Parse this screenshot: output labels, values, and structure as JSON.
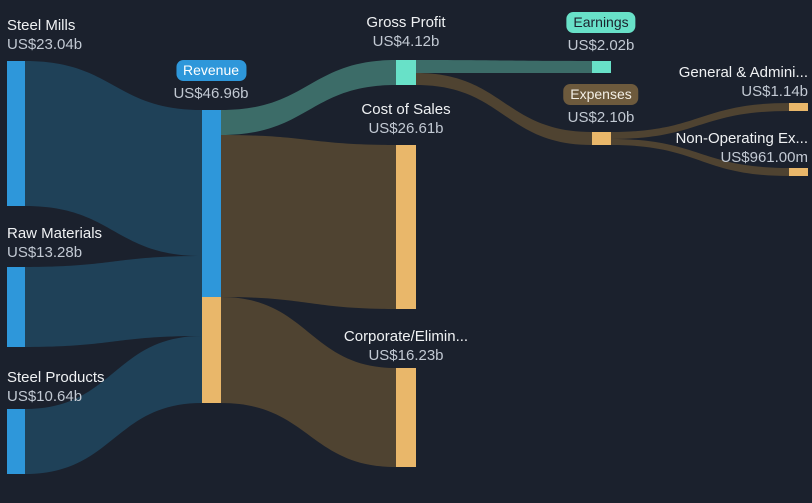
{
  "theme": {
    "bg": "#1b212d",
    "node_blue": "#2e97da",
    "node_orange": "#e9b76a",
    "node_teal": "#68e1c8",
    "flow_blue": "#1f4158",
    "flow_teal": "#3c6c68",
    "flow_brown": "#4f4331",
    "label_color": "#eff1f3",
    "value_color": "#c2c9d3",
    "pill_revenue_bg": "#2e97da",
    "pill_revenue_text": "#ffffff",
    "pill_earnings_bg": "#68e1c8",
    "pill_earnings_text": "#1b212d",
    "pill_expenses_bg": "#6d5a3d",
    "pill_expenses_text": "#f3efe6"
  },
  "nodes": {
    "steel_mills": {
      "label": "Steel Mills",
      "value": "US$23.04b"
    },
    "raw_materials": {
      "label": "Raw Materials",
      "value": "US$13.28b"
    },
    "steel_products": {
      "label": "Steel Products",
      "value": "US$10.64b"
    },
    "revenue": {
      "label": "Revenue",
      "value": "US$46.96b"
    },
    "gross_profit": {
      "label": "Gross Profit",
      "value": "US$4.12b"
    },
    "cost_of_sales": {
      "label": "Cost of Sales",
      "value": "US$26.61b"
    },
    "corporate": {
      "label": "Corporate/Elimin...",
      "value": "US$16.23b"
    },
    "earnings": {
      "label": "Earnings",
      "value": "US$2.02b"
    },
    "expenses": {
      "label": "Expenses",
      "value": "US$2.10b"
    },
    "general_admin": {
      "label": "General & Admini...",
      "value": "US$1.14b"
    },
    "non_operating": {
      "label": "Non-Operating Ex...",
      "value": "US$961.00m"
    }
  },
  "chart_data": {
    "type": "sankey",
    "unit": "USD billions",
    "legend_position": "none",
    "grid": false,
    "nodes": [
      {
        "name": "Steel Mills",
        "display_value": "US$23.04b",
        "value_b": 23.04,
        "color": "#2e97da"
      },
      {
        "name": "Raw Materials",
        "display_value": "US$13.28b",
        "value_b": 13.28,
        "color": "#2e97da"
      },
      {
        "name": "Steel Products",
        "display_value": "US$10.64b",
        "value_b": 10.64,
        "color": "#2e97da"
      },
      {
        "name": "Revenue",
        "display_value": "US$46.96b",
        "value_b": 46.96,
        "color": "#2e97da"
      },
      {
        "name": "Gross Profit",
        "display_value": "US$4.12b",
        "value_b": 4.12,
        "color": "#68e1c8"
      },
      {
        "name": "Cost of Sales",
        "display_value": "US$26.61b",
        "value_b": 26.61,
        "color": "#e9b76a"
      },
      {
        "name": "Corporate/Elimin...",
        "display_value": "US$16.23b",
        "value_b": 16.23,
        "color": "#e9b76a"
      },
      {
        "name": "Earnings",
        "display_value": "US$2.02b",
        "value_b": 2.02,
        "color": "#68e1c8"
      },
      {
        "name": "Expenses",
        "display_value": "US$2.10b",
        "value_b": 2.1,
        "color": "#e9b76a"
      },
      {
        "name": "General & Admini...",
        "display_value": "US$1.14b",
        "value_b": 1.14,
        "color": "#e9b76a"
      },
      {
        "name": "Non-Operating Ex...",
        "display_value": "US$961.00m",
        "value_b": 0.961,
        "color": "#e9b76a"
      }
    ],
    "links": [
      {
        "source": "Steel Mills",
        "target": "Revenue",
        "value_b": 23.04
      },
      {
        "source": "Raw Materials",
        "target": "Revenue",
        "value_b": 13.28
      },
      {
        "source": "Steel Products",
        "target": "Revenue",
        "value_b": 10.64
      },
      {
        "source": "Revenue",
        "target": "Gross Profit",
        "value_b": 4.12
      },
      {
        "source": "Revenue",
        "target": "Cost of Sales",
        "value_b": 26.61
      },
      {
        "source": "Revenue",
        "target": "Corporate/Elimin...",
        "value_b": 16.23
      },
      {
        "source": "Gross Profit",
        "target": "Earnings",
        "value_b": 2.02
      },
      {
        "source": "Gross Profit",
        "target": "Expenses",
        "value_b": 2.1
      },
      {
        "source": "Expenses",
        "target": "General & Admini...",
        "value_b": 1.14
      },
      {
        "source": "Expenses",
        "target": "Non-Operating Ex...",
        "value_b": 0.961
      }
    ]
  }
}
